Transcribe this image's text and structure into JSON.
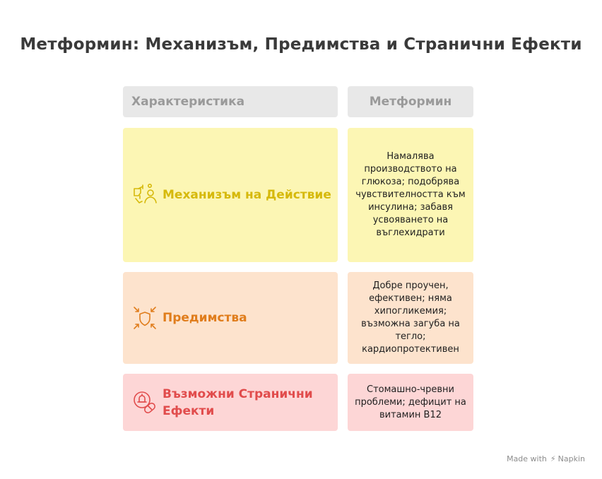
{
  "title": "Метформин: Механизъм, Предимства и Странични Ефекти",
  "table": {
    "headers": {
      "characteristic": "Характеристика",
      "drug": "Метформин"
    },
    "rows": [
      {
        "label": "Механизъм на Действие",
        "description": "Намалява производството на глюкоза; подобрява чувствителността към инсулина; забавя усвояването на въглехидрати",
        "icon": "lab-person-icon",
        "color": "#d6b90b",
        "background": "#fcf6b4"
      },
      {
        "label": "Предимства",
        "description": "Добре проучен, ефективен; няма хипогликемия; възможна загуба на тегло; кардиопротективен",
        "icon": "shield-arrows-icon",
        "color": "#e07d1c",
        "background": "#fde3cd"
      },
      {
        "label": "Възможни Странични Ефекти",
        "description": "Стомашно-чревни проблеми; дефицит на витамин B12",
        "icon": "alert-pill-icon",
        "color": "#e14c4c",
        "background": "#fdd6d6"
      }
    ]
  },
  "footer": {
    "made_with": "Made with",
    "brand": "Napkin"
  }
}
